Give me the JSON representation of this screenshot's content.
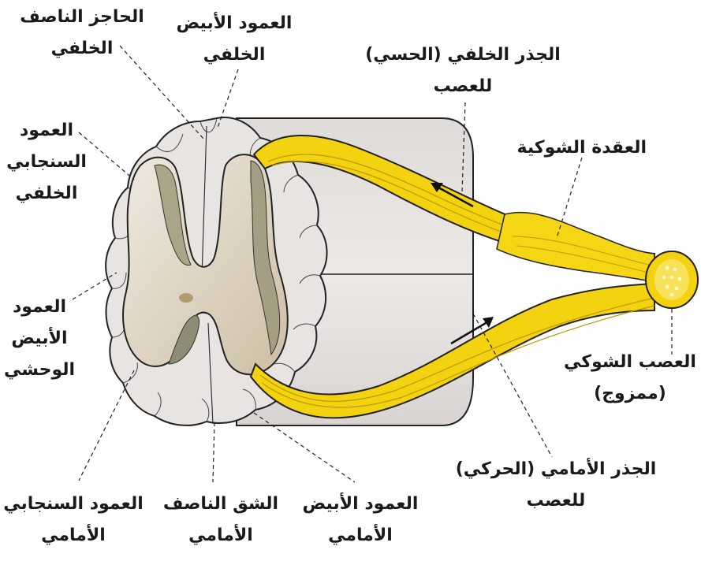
{
  "labels": {
    "posterior_median_septum": [
      "الحاجز الناصف",
      "الخلفي"
    ],
    "posterior_white_column": [
      "العمود الأبيض",
      "الخلفي"
    ],
    "dorsal_root": [
      "الجذر الخلفي (الحسي)",
      "للعصب"
    ],
    "spinal_ganglion": [
      "العقدة الشوكية"
    ],
    "posterior_gray_column": [
      "العمود",
      "السنجابي",
      "الخلفي"
    ],
    "lateral_white_column": [
      "العمود",
      "الأبيض",
      "الوحشي"
    ],
    "spinal_nerve": [
      "العصب الشوكي",
      "(ممزوج)"
    ],
    "ventral_root": [
      "الجذر الأمامي (الحركي)",
      "للعصب"
    ],
    "anterior_gray_column": [
      "العمود السنجابي",
      "الأمامي"
    ],
    "anterior_median_fissure": [
      "الشق الناصف",
      "الأمامي"
    ],
    "anterior_white_column": [
      "العمود الأبيض",
      "الأمامي"
    ]
  },
  "colors": {
    "white_matter": "#e9e5e3",
    "gray_matter": "#d6cab4",
    "gray_matter_inner": "#a9a385",
    "nerve_root": "#f3d20f",
    "nerve_root_dark": "#c9a800",
    "outline": "#222222"
  },
  "icons": {
    "arrow_dorsal": "arrow-toward-cord-icon",
    "arrow_ventral": "arrow-away-from-cord-icon"
  }
}
